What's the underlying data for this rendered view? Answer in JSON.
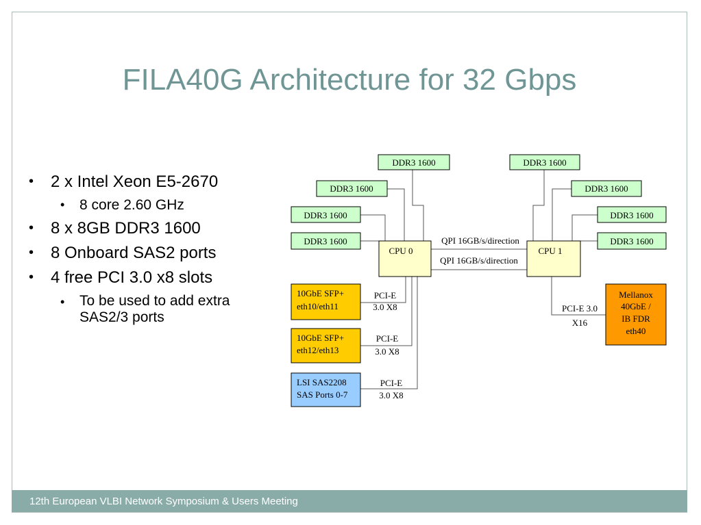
{
  "title": "FILA40G Architecture for 32 Gbps",
  "bullets": [
    {
      "level": 1,
      "text": "2 x Intel Xeon E5-2670"
    },
    {
      "level": 2,
      "text": "8 core 2.60 GHz"
    },
    {
      "level": 1,
      "text": "8 x 8GB DDR3 1600"
    },
    {
      "level": 1,
      "text": "8 Onboard SAS2 ports"
    },
    {
      "level": 1,
      "text": "4 free PCI 3.0 x8 slots"
    },
    {
      "level": 2,
      "text": "To be used to add extra SAS2/3 ports"
    }
  ],
  "diagram": {
    "ddr_label": "DDR3 1600",
    "cpu0": "CPU 0",
    "cpu1": "CPU 1",
    "qpi_label": "QPI 16GB/s/direction",
    "nic1": [
      "10GbE SFP+",
      "eth10/eth11"
    ],
    "nic2": [
      "10GbE SFP+",
      "eth12/eth13"
    ],
    "lsi": [
      "LSI SAS2208",
      "SAS Ports 0-7"
    ],
    "mellanox": [
      "Mellanox",
      "40GbE /",
      "IB FDR",
      "eth40"
    ],
    "pcie_x8": [
      "PCI-E",
      "3.0 X8"
    ],
    "pcie_x16": [
      "PCI-E 3.0",
      "X16"
    ]
  },
  "colors": {
    "ddr_fill": "#ccffcc",
    "cpu_fill": "#ffffcc",
    "nic_fill": "#ffcc00",
    "lsi_fill": "#99ccff",
    "mellanox_fill": "#ff9900",
    "title": "#6f9695",
    "footer": "#8aaca9"
  },
  "footer": "12th European VLBI Network Symposium & Users Meeting"
}
